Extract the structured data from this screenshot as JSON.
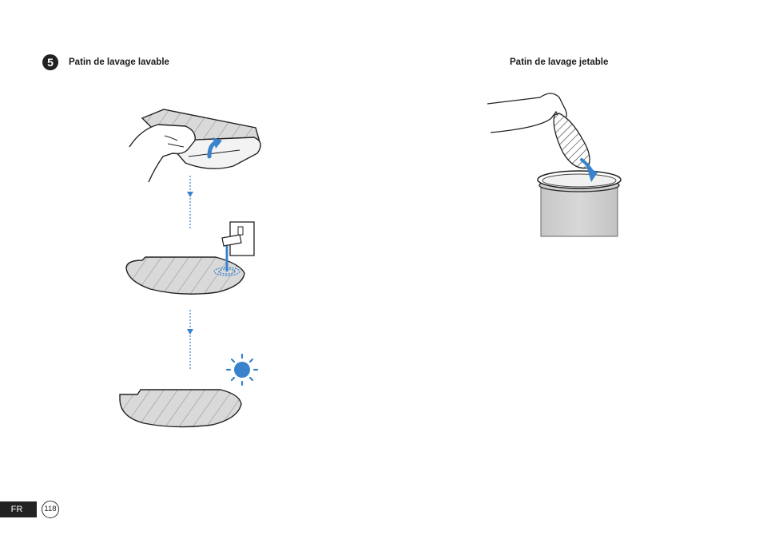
{
  "step": {
    "number": "5"
  },
  "sections": {
    "washable": {
      "title": "Patin de lavage lavable"
    },
    "disposable": {
      "title": "Patin de lavage jetable"
    }
  },
  "footer": {
    "language": "FR",
    "page_number": "118"
  },
  "colors": {
    "accent_blue": "#3a82cc",
    "ink": "#222222",
    "pad_gray": "#d6d6d6"
  },
  "icons": [
    "hand-icon",
    "faucet-icon",
    "sun-icon",
    "trash-bin-icon",
    "arrow-icon"
  ]
}
